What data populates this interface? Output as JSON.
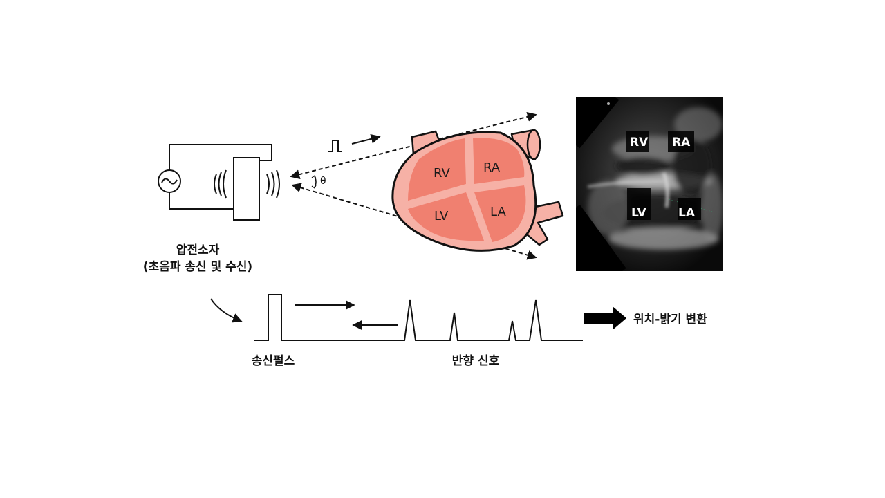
{
  "transducer": {
    "line1": "압전소자",
    "line2": "(초음파 송신 및 수신)"
  },
  "angle_symbol": "θ",
  "heart": {
    "rv": "RV",
    "ra": "RA",
    "lv": "LV",
    "la": "LA"
  },
  "ultrasound_image": {
    "rv": "RV",
    "ra": "RA",
    "lv": "LV",
    "la": "LA"
  },
  "signal": {
    "transmit_label": "송신펄스",
    "echo_label": "반향 신호",
    "conversion_label": "위치-밝기 변환"
  },
  "colors": {
    "heart_fill": "#f08070",
    "heart_outer": "#f6b1a6",
    "ink": "#111111"
  }
}
